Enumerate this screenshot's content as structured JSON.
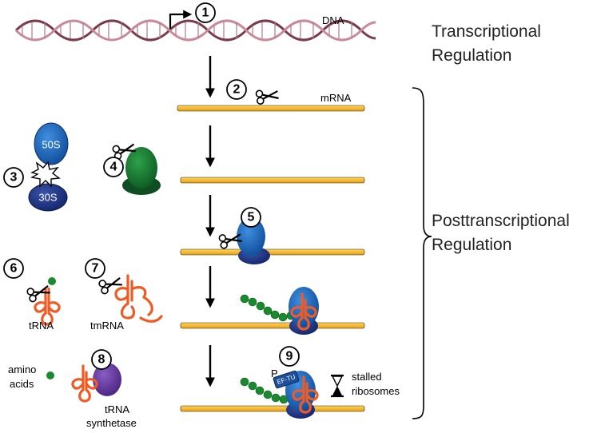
{
  "labels": {
    "dna": "DNA",
    "mrna": "mRNA",
    "trna": "tRNA",
    "tmrna": "tmRNA",
    "amino_line1": "amino",
    "amino_line2": "acids",
    "synth_line1": "tRNA",
    "synth_line2": "synthetase",
    "stalled_line1": "stalled",
    "stalled_line2": "ribosomes",
    "p": "P",
    "ef_tu": "EF-TU",
    "s50": "50S",
    "s30": "30S"
  },
  "headings": {
    "transcriptional_line1": "Transcriptional",
    "transcriptional_line2": "Regulation",
    "posttranscriptional_line1": "Posttranscriptional",
    "posttranscriptional_line2": "Regulation"
  },
  "steps": [
    "1",
    "2",
    "3",
    "4",
    "5",
    "6",
    "7",
    "8",
    "9"
  ],
  "colors": {
    "dna_strand": "#7a3b4a",
    "mrna": "#f5b81c",
    "ribosome_blue": "#1d5fae",
    "ribosome_dark": "#1a2e7a",
    "rnase_green": "#1f7a33",
    "trna_orange": "#f05a24",
    "amino_green": "#1a8a2f",
    "synthetase_purple": "#6b3fa0"
  }
}
